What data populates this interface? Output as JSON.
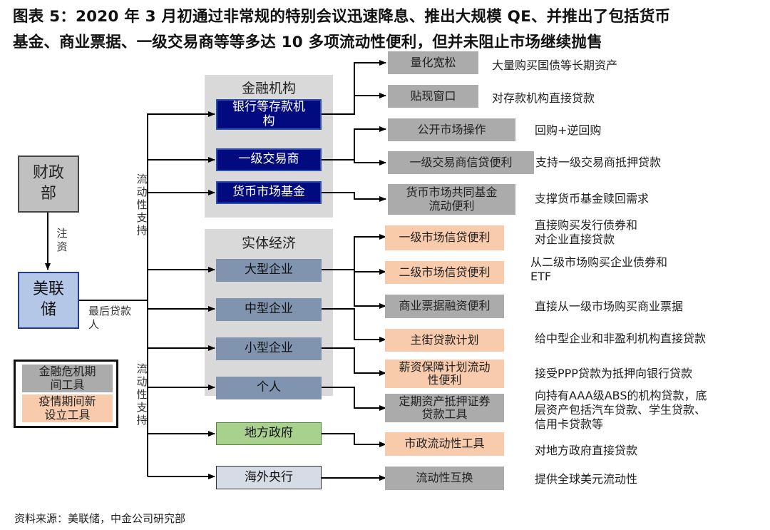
{
  "title": {
    "line1": "图表 5：2020 年 3 月初通过非常规的特别会议迅速降息、推出大规模 QE、并推出了包括货币",
    "line2": "基金、商业票据、一级交易商等等多达 10 多项流动性便利，但并未阻止市场继续抛售"
  },
  "left": {
    "treasury": "财政部",
    "fed": "美联储",
    "injection_label": "注资",
    "lender_label": "最后贷款人",
    "liquidity_label_top": "流动性支持",
    "liquidity_label_bottom": "流动性支持"
  },
  "groups": {
    "financial": {
      "title": "金融机构",
      "items": [
        "银行等存款机构",
        "一级交易商",
        "货币市场基金"
      ]
    },
    "real_economy": {
      "title": "实体经济",
      "items": [
        "大型企业",
        "中型企业",
        "小型企业",
        "个人"
      ]
    },
    "local_gov": "地方政府",
    "foreign_cb": "海外央行"
  },
  "tools": [
    {
      "name": "量化宽松",
      "desc": "大量购买国债等长期资产",
      "type": "crisis"
    },
    {
      "name": "贴现窗口",
      "desc": "对存款机构直接贷款",
      "type": "crisis"
    },
    {
      "name": "公开市场操作",
      "desc": "回购+逆回购",
      "type": "crisis"
    },
    {
      "name": "一级交易商信贷便利",
      "desc": "支持一级交易商抵押贷款",
      "type": "crisis"
    },
    {
      "name": "货币市场共同基金流动便利",
      "desc": "支撑货币基金赎回需求",
      "type": "crisis"
    },
    {
      "name": "一级市场信贷便利",
      "desc": "直接购买发行债券和对企业直接贷款",
      "type": "new"
    },
    {
      "name": "二级市场信贷便利",
      "desc": "从二级市场购买企业债券和ETF",
      "type": "new"
    },
    {
      "name": "商业票据融资便利",
      "desc": "直接从一级市场购买商业票据",
      "type": "crisis"
    },
    {
      "name": "主街贷款计划",
      "desc": "给中型企业和非盈利机构直接贷款",
      "type": "new"
    },
    {
      "name": "薪资保障计划流动性便利",
      "desc": "接受PPP贷款为抵押向银行贷款",
      "type": "new"
    },
    {
      "name": "定期资产抵押证券贷款工具",
      "desc": "向持有AAA级ABS的机构贷款，底层资产包括汽车贷款、学生贷款、信用卡贷款等",
      "type": "crisis"
    },
    {
      "name": "市政流动性工具",
      "desc": "对地方政府直接贷款",
      "type": "new"
    },
    {
      "name": "流动性互换",
      "desc": "提供全球美元流动性",
      "type": "crisis"
    }
  ],
  "tool_display": {
    "t0": "量化宽松",
    "t1": "贴现窗口",
    "t2": "公开市场操作",
    "t3": "一级交易商信贷便利",
    "t4a": "货币市场共同基金",
    "t4b": "流动便利",
    "t5": "一级市场信贷便利",
    "t6": "二级市场信贷便利",
    "t7": "商业票据融资便利",
    "t8": "主街贷款计划",
    "t9a": "薪资保障计划流动",
    "t9b": "性便利",
    "t10a": "定期资产抵押证券",
    "t10b": "贷款工具",
    "t11": "市政流动性工具",
    "t12": "流动性互换",
    "inst0a": "银行等存款机",
    "inst0b": "构",
    "treasury_a": "财政",
    "treasury_b": "部",
    "fed_a": "美联",
    "fed_b": "储",
    "lender_a": "最后贷款",
    "lender_b": "人"
  },
  "desc_display": {
    "d0": "大量购买国债等长期资产",
    "d1": "对存款机构直接贷款",
    "d2": "回购+逆回购",
    "d3": "支持一级交易商抵押贷款",
    "d4": "支撑货币基金赎回需求",
    "d5a": "直接购买发行债券和",
    "d5b": "对企业直接贷款",
    "d6a": "从二级市场购买企业债券",
    "d6b": "和ETF",
    "d7": "直接从一级市场购买商业票据",
    "d8a": "给中型企业和非盈利机构直接贷",
    "d8b": "款",
    "d9": "接受PPP贷款为抵押向银行贷款",
    "d10a": "向持有AAA级ABS的机构贷款，",
    "d10b": "底层资产包括汽车贷款、学生贷",
    "d10c": "款、信用卡贷款等",
    "d11": "对地方政府直接贷款",
    "d12": "提供全球美元流动性"
  },
  "legend": {
    "crisis": "金融危机期间工具",
    "crisis_a": "金融危机期",
    "crisis_b": "间工具",
    "new": "疫情期间新设立工具",
    "new_a": "疫情期间新",
    "new_b": "设立工具"
  },
  "colors": {
    "inst_dark": "#020a80",
    "inst_steel": "#8094b0",
    "local_gov": "#a9d18e",
    "foreign_cb": "#d6dce5",
    "tool_crisis": "#ababab",
    "tool_new": "#f8cbad",
    "fed": "#b4c7e7",
    "treasury": "#c0c0c0",
    "group_bg": "#d9d9d9"
  },
  "source": "资料来源：美联储，中金公司研究部"
}
